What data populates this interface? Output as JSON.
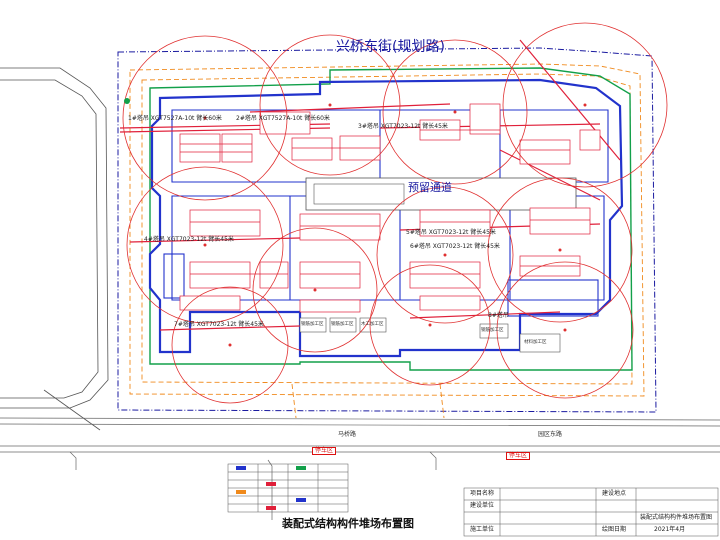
{
  "plan": {
    "street_north": "兴桥东街(规划路)",
    "reserved_channel": "预留通道",
    "south_road_left": "马桥路",
    "south_road_right": "园区东路",
    "pickup_zone_1": "停车区",
    "pickup_zone_2": "停车区",
    "crane_labels": [
      "1#塔吊 XGT7527A-10t 臂长60米",
      "2#塔吊 XGT7527A-10t 臂长60米",
      "3#塔吊 XGT7023-12t 臂长45米",
      "4#塔吊 XGT7023-12t 臂长45米",
      "5#塔吊 XGT7023-12t 臂长45米",
      "6#塔吊 XGT7023-12t 臂长45米",
      "7#塔吊 XGT7023-12t 臂长45米",
      "8#塔吊"
    ],
    "building_labels": [
      "钢筋加工区",
      "钢筋加工区",
      "木工加工区",
      "钢筋加工区",
      "材料加工区"
    ]
  },
  "titleblock": {
    "project_name_label": "项目名称",
    "location_label": "建设地点",
    "construction_unit_label": "建设单位",
    "construction_unit_value": "装配式结构构件堆场布置图",
    "contractor_label": "施工单位",
    "date_label": "绘图日期",
    "date_value": "2021年4月"
  },
  "diagram_title": "装配式结构构件堆场布置图",
  "colors": {
    "crane_circle": "#e03030",
    "wall_blue": "#2233cc",
    "fence_green": "#12a04a",
    "component_red": "#e0203a",
    "orange_dash": "#f08a1c",
    "site_boundary": "#1a1aa0",
    "grey_outline": "#555555"
  }
}
